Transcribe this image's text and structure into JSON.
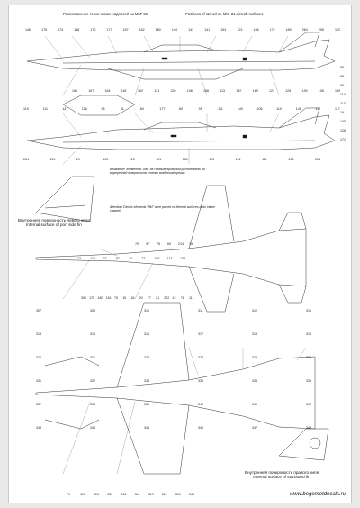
{
  "header": {
    "title_ru": "Расположение технических надписей на МиГ-31",
    "title_en": "Positions of stencil on MiG-31 aircraft surfaces"
  },
  "note": {
    "ru": "Внимание! Элементы \"BM\" на Ромаше проводим расположены на внутренней поверхности стенки воздухозаборника.",
    "en": "Attention! Decals elements \"BM\" were placed on internal surfaces of air intake channel."
  },
  "captions": {
    "port_fin_ru": "Внутренняя поверхность левого киля",
    "port_fin_en": "Internal surface of port side fin",
    "starboard_fin_ru": "Внутренняя поверхность правого киля",
    "starboard_fin_en": "Internal surface of starboard fin"
  },
  "footer": {
    "website": "www.begemotdecals.ru"
  },
  "callouts": {
    "top_row": [
      "146",
      "175",
      "174",
      "158",
      "170",
      "177",
      "167",
      "162",
      "160",
      "144",
      "143",
      "141",
      "153",
      "123",
      "138",
      "172",
      "189",
      "264",
      "255",
      "122"
    ],
    "upper_mid": [
      "165",
      "167",
      "164",
      "161",
      "162",
      "121",
      "226",
      "198",
      "158",
      "113",
      "167",
      "169",
      "127",
      "125",
      "139",
      "108",
      "159"
    ],
    "mid_row": [
      "119",
      "111",
      "137",
      "126",
      "96",
      "11",
      "84",
      "177",
      "80",
      "91",
      "111",
      "140",
      "106",
      "110",
      "145",
      "112",
      "117"
    ],
    "lower_row": [
      "264",
      "121",
      "29",
      "100",
      "215",
      "101",
      "165",
      "123",
      "116",
      "111",
      "215",
      "255"
    ],
    "plan_upper": [
      "70",
      "97",
      "75",
      "69",
      "214",
      "15"
    ],
    "plan_row": [
      "12",
      "112",
      "27",
      "87",
      "74",
      "77",
      "107",
      "117",
      "138"
    ],
    "plan_lower": [
      "309",
      "175",
      "180",
      "116",
      "75",
      "15",
      "18",
      "20",
      "77",
      "21",
      "222",
      "12",
      "76",
      "11"
    ],
    "bottom_plan": [
      "307",
      "308",
      "310",
      "311",
      "312",
      "313",
      "314",
      "315",
      "316",
      "317",
      "318",
      "319",
      "320",
      "321",
      "322",
      "324",
      "329",
      "330",
      "331",
      "332",
      "333",
      "334",
      "335",
      "336",
      "337",
      "338",
      "339",
      "340",
      "341",
      "342",
      "343",
      "344",
      "345",
      "346",
      "347",
      "348"
    ],
    "bottom_row": [
      "71",
      "113",
      "115",
      "339",
      "196",
      "341",
      "319",
      "311",
      "310",
      "341"
    ],
    "right_col": [
      "85",
      "98",
      "80",
      "114",
      "113",
      "19",
      "145",
      "126",
      "171"
    ]
  },
  "colors": {
    "ink": "#111111",
    "line": "#333333",
    "paper": "#ffffff",
    "background": "#e9e9e9"
  }
}
